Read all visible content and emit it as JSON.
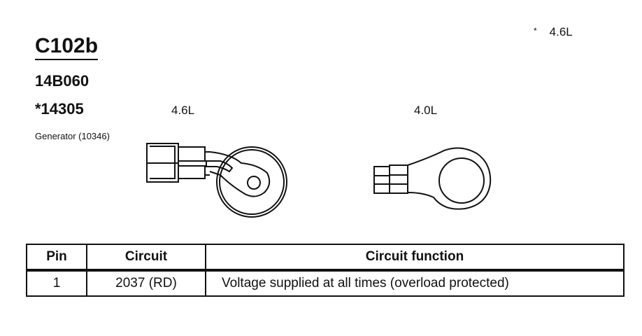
{
  "header": {
    "connector_id": "C102b",
    "part_numbers": [
      "14B060",
      "*14305"
    ],
    "component": "Generator (10346)"
  },
  "footnote": {
    "marker": "*",
    "text": "4.6L"
  },
  "views": [
    {
      "label": "4.6L",
      "icon": "ring-terminal-connector-4.6l"
    },
    {
      "label": "4.0L",
      "icon": "ring-terminal-connector-4.0l"
    }
  ],
  "table": {
    "headers": [
      "Pin",
      "Circuit",
      "Circuit function"
    ],
    "rows": [
      {
        "pin": "1",
        "circuit": "2037 (RD)",
        "function": "Voltage supplied at all times (overload protected)"
      }
    ]
  }
}
